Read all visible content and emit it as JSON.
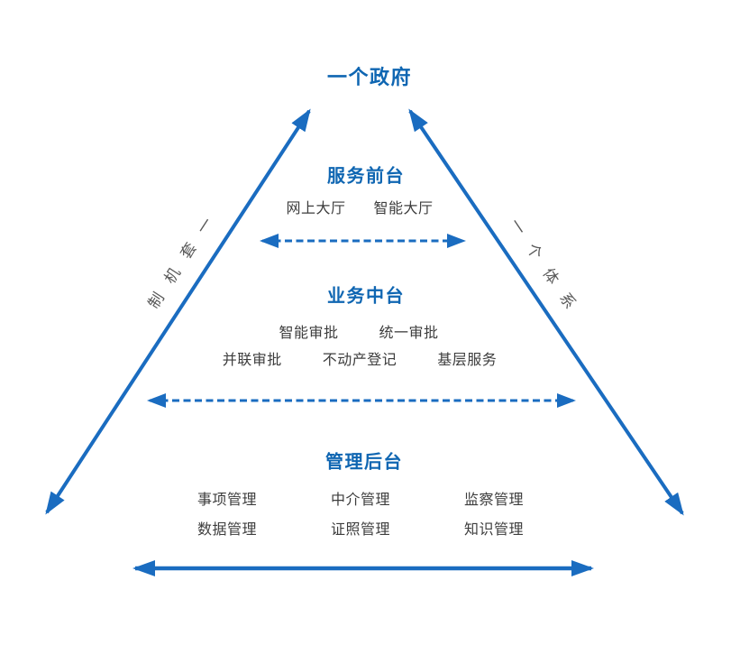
{
  "title": "一个政府",
  "side_labels": {
    "left": "一套机制",
    "right": "一个体系"
  },
  "sections": {
    "front": {
      "title": "服务前台",
      "items": [
        "网上大厅",
        "智能大厅"
      ]
    },
    "middle": {
      "title": "业务中台",
      "rows": [
        [
          "智能审批",
          "统一审批"
        ],
        [
          "并联审批",
          "不动产登记",
          "基层服务"
        ]
      ]
    },
    "back": {
      "title": "管理后台",
      "rows": [
        [
          "事项管理",
          "中介管理",
          "监察管理"
        ],
        [
          "数据管理",
          "证照管理",
          "知识管理"
        ]
      ]
    }
  },
  "colors": {
    "accent_blue": "#0f66b2",
    "arrow_blue": "#1a6cc0",
    "body_text": "#3d3d3d",
    "side_label_text": "#595959"
  }
}
